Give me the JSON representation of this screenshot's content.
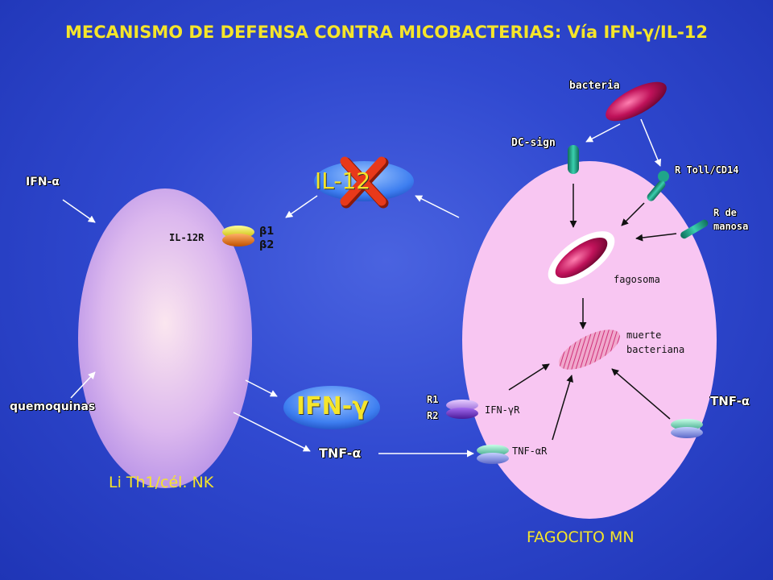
{
  "title": "MECANISMO DE DEFENSA CONTRA MICOBACTERIAS: Vía IFN-γ/IL-12",
  "left_cell": {
    "ifn_alpha": "IFN-α",
    "il12r": "IL-12R",
    "beta1": "β1",
    "beta2": "β2",
    "quemoquinas": "quemoquinas",
    "caption": "Li Th1/cél. NK"
  },
  "center": {
    "il12": "IL-12",
    "ifn_gamma": "IFN-γ",
    "tnf_alpha": "TNF-α"
  },
  "phagocyte": {
    "bacteria": "bacteria",
    "dc_sign": "DC-sign",
    "r_toll": "R Toll/CD14",
    "r_manosa_1": "R de",
    "r_manosa_2": "manosa",
    "fagosoma": "fagosoma",
    "muerte_1": "muerte",
    "muerte_2": "bacteriana",
    "r1": "R1",
    "r2": "R2",
    "ifn_gamma_r": "IFN-γR",
    "tnf_alpha_r": "TNF-αR",
    "tnf_alpha_out": "TNF-α",
    "caption": "FAGOCITO MN"
  },
  "colors": {
    "background": "#3049d0",
    "title": "#f5e52a",
    "left_cell": "#c8a6ec",
    "phagocyte": "#f8c6f2",
    "bacteria": "#c0125a",
    "receptor_teal": "#1fa58a",
    "cross": "#e8391a"
  }
}
